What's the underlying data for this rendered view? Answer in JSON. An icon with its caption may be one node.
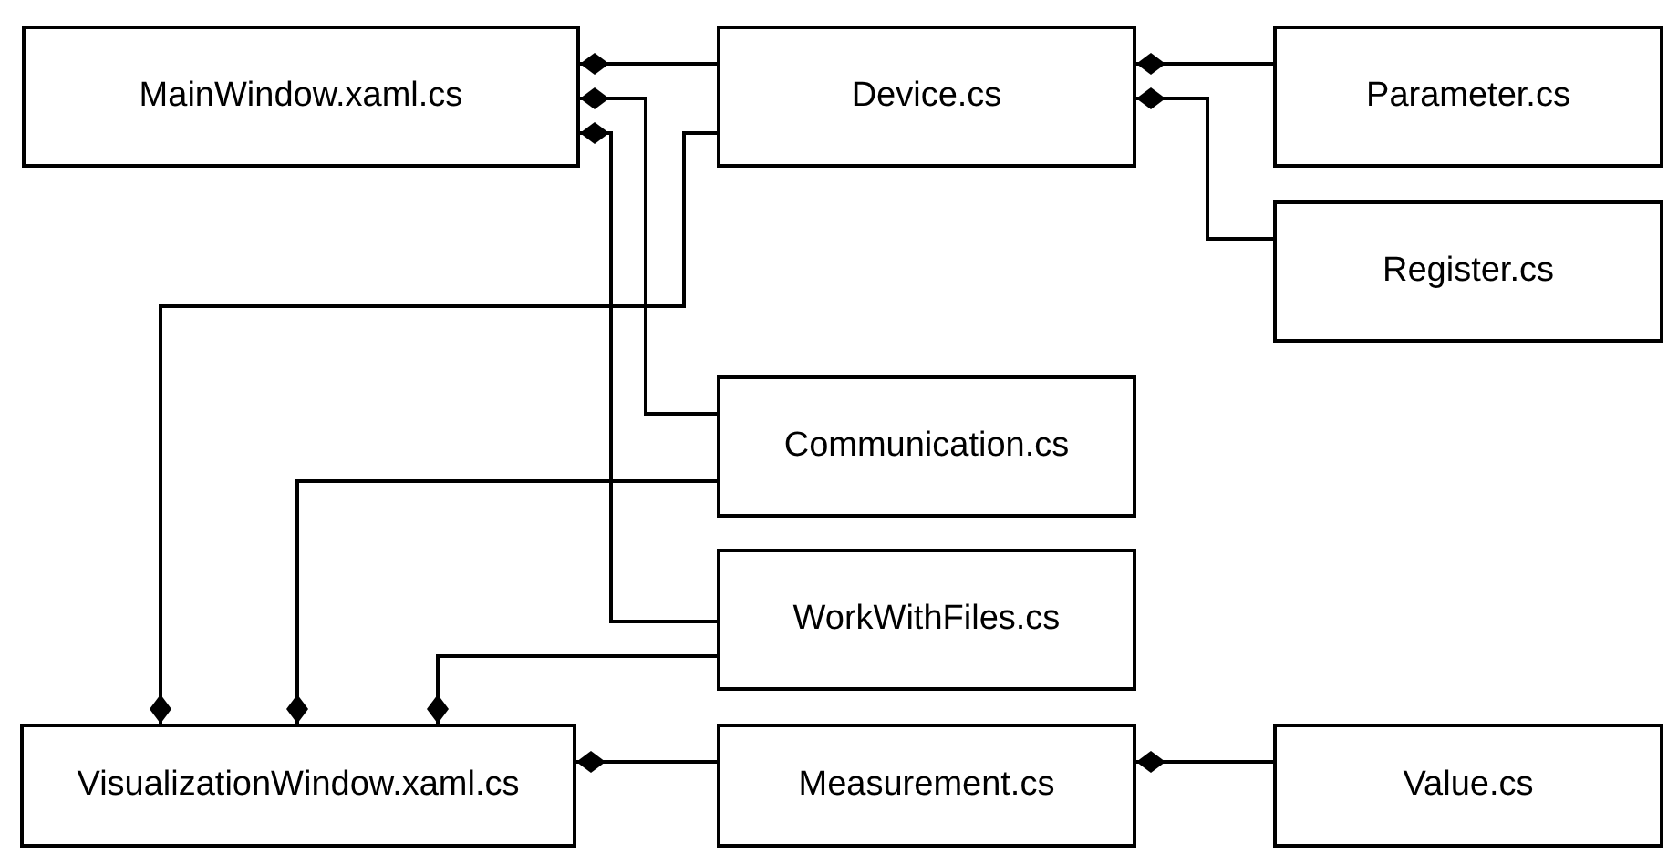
{
  "diagram": {
    "nodes": [
      {
        "text": [
          "MainWindow.xaml.cs"
        ]
      },
      {
        "text": [
          "Device.cs"
        ]
      },
      {
        "text": [
          "Parameter.cs"
        ]
      },
      {
        "text": [
          "Register.cs"
        ]
      },
      {
        "text": [
          "Communication.cs"
        ]
      },
      {
        "text": [
          "WorkWithFiles.cs"
        ]
      },
      {
        "text": [
          "VisualizationWindow.xaml.cs"
        ]
      },
      {
        "text": [
          "Measurement.cs"
        ]
      },
      {
        "text": [
          "Value.cs"
        ]
      }
    ],
    "edges": [
      {
        "from": 0,
        "to": 1,
        "arrow": "other"
      },
      {
        "from": 0,
        "to": 4,
        "arrow": "other"
      },
      {
        "from": 0,
        "to": 5,
        "arrow": "other"
      },
      {
        "from": 1,
        "to": 2,
        "arrow": "other"
      },
      {
        "from": 1,
        "to": 3,
        "arrow": "other"
      },
      {
        "from": 6,
        "to": 1,
        "arrow": "other"
      },
      {
        "from": 6,
        "to": 4,
        "arrow": "other"
      },
      {
        "from": 6,
        "to": 5,
        "arrow": "other"
      },
      {
        "from": 6,
        "to": 7,
        "arrow": "other"
      },
      {
        "from": 7,
        "to": 8,
        "arrow": "other"
      }
    ]
  }
}
